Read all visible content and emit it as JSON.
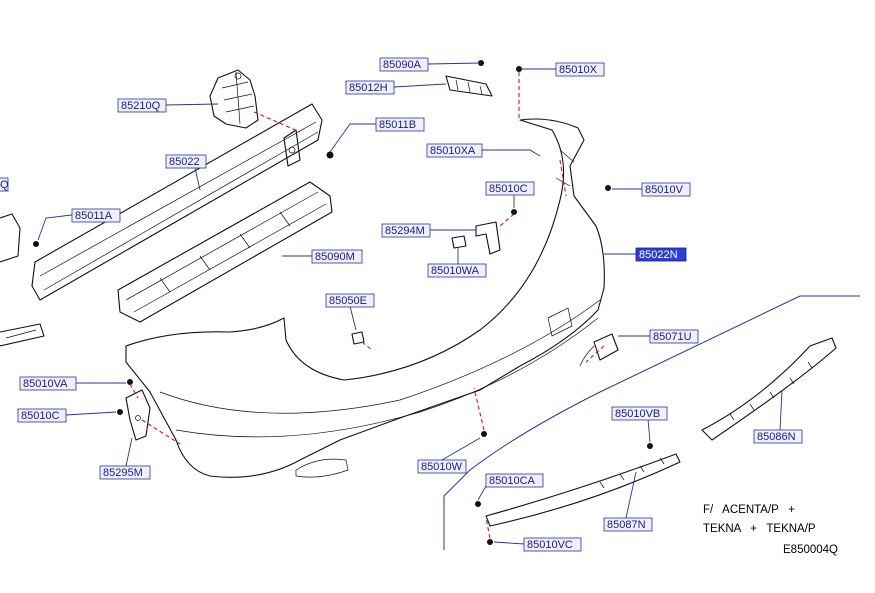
{
  "callouts": [
    {
      "id": "85090A",
      "label": "85090A",
      "highlight": false
    },
    {
      "id": "85012H",
      "label": "85012H",
      "highlight": false
    },
    {
      "id": "85010X",
      "label": "85010X",
      "highlight": false
    },
    {
      "id": "85210Q",
      "label": "85210Q",
      "highlight": false
    },
    {
      "id": "85011B",
      "label": "85011B",
      "highlight": false
    },
    {
      "id": "85010XA",
      "label": "85010XA",
      "highlight": false
    },
    {
      "id": "85022",
      "label": "85022",
      "highlight": false
    },
    {
      "id": "85010C_top",
      "label": "85010C",
      "highlight": false
    },
    {
      "id": "85010V",
      "label": "85010V",
      "highlight": false
    },
    {
      "id": "85011A",
      "label": "85011A",
      "highlight": false
    },
    {
      "id": "85294M",
      "label": "85294M",
      "highlight": false
    },
    {
      "id": "85022N",
      "label": "85022N",
      "highlight": true
    },
    {
      "id": "85090M",
      "label": "85090M",
      "highlight": false
    },
    {
      "id": "85010WA",
      "label": "85010WA",
      "highlight": false
    },
    {
      "id": "85050E",
      "label": "85050E",
      "highlight": false
    },
    {
      "id": "85071U",
      "label": "85071U",
      "highlight": false
    },
    {
      "id": "85010VA",
      "label": "85010VA",
      "highlight": false
    },
    {
      "id": "85010C_left",
      "label": "85010C",
      "highlight": false
    },
    {
      "id": "85010VB",
      "label": "85010VB",
      "highlight": false
    },
    {
      "id": "85086N",
      "label": "85086N",
      "highlight": false
    },
    {
      "id": "85295M",
      "label": "85295M",
      "highlight": false
    },
    {
      "id": "85010W",
      "label": "85010W",
      "highlight": false
    },
    {
      "id": "85010CA",
      "label": "85010CA",
      "highlight": false
    },
    {
      "id": "85087N",
      "label": "85087N",
      "highlight": false
    },
    {
      "id": "85010VC",
      "label": "85010VC",
      "highlight": false
    },
    {
      "id": "Q_edge",
      "label": "Q",
      "highlight": false
    }
  ],
  "notes": {
    "line1": "F/   ACENTA/P   +",
    "line2": "TEKNA   +   TEKNA/P",
    "diagram_code": "E850004Q"
  },
  "colors": {
    "callout_text": "#1a1a8c",
    "callout_fill": "#eef0fb",
    "highlight_fill": "#2b3fd6",
    "dash_line": "#d01020",
    "leader": "#1f3a93"
  }
}
